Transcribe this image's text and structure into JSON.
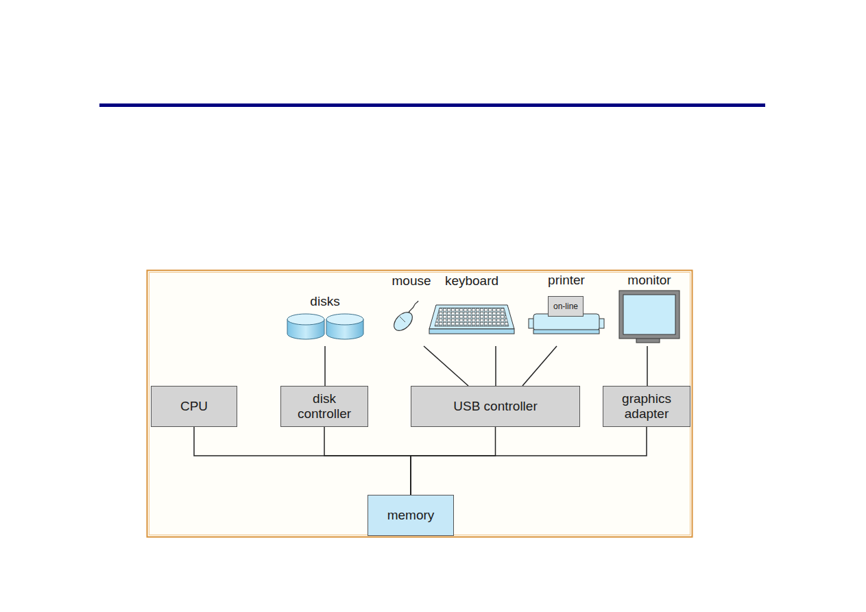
{
  "diagram": {
    "nodes": [
      {
        "text": [
          "disks"
        ]
      },
      {
        "text": [
          "mouse"
        ]
      },
      {
        "text": [
          "keyboard"
        ]
      },
      {
        "text": [
          "printer",
          "on-line"
        ]
      },
      {
        "text": [
          "monitor"
        ]
      },
      {
        "text": [
          "CPU"
        ]
      },
      {
        "text": [
          "disk controller"
        ]
      },
      {
        "text": [
          "USB controller"
        ]
      },
      {
        "text": [
          "graphics adapter"
        ]
      },
      {
        "text": [
          "memory"
        ]
      }
    ],
    "edges": [
      {
        "from": 0,
        "to": 6,
        "arrow": "none"
      },
      {
        "from": 1,
        "to": 7,
        "arrow": "none"
      },
      {
        "from": 2,
        "to": 7,
        "arrow": "none"
      },
      {
        "from": 3,
        "to": 7,
        "arrow": "none"
      },
      {
        "from": 4,
        "to": 8,
        "arrow": "none"
      },
      {
        "from": 5,
        "to": 9,
        "arrow": "none"
      },
      {
        "from": 6,
        "to": 9,
        "arrow": "none"
      },
      {
        "from": 7,
        "to": 9,
        "arrow": "none"
      },
      {
        "from": 8,
        "to": 9,
        "arrow": "none"
      }
    ]
  }
}
